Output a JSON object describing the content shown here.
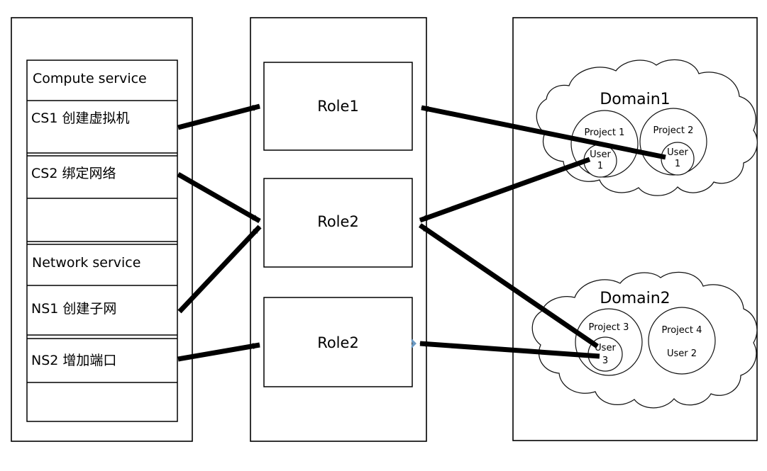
{
  "diagram": {
    "title": "OpenStack role / domain permission mapping diagram",
    "panels": {
      "services_panel": {
        "name": "services-panel"
      },
      "roles_panel": {
        "name": "roles-panel"
      },
      "domains_panel": {
        "name": "domains-panel"
      }
    },
    "services_table": {
      "rows": [
        {
          "id": "compute-service",
          "label": "Compute service",
          "cjk": false
        },
        {
          "id": "cs1",
          "label": "CS1  创建虚拟机",
          "cjk": true
        },
        {
          "id": "cs2",
          "label": "CS2 绑定网络",
          "cjk": true
        },
        {
          "id": "blank-1",
          "label": "",
          "cjk": false
        },
        {
          "id": "network-service",
          "label": "Network service",
          "cjk": false
        },
        {
          "id": "ns1",
          "label": "NS1  创建子网",
          "cjk": true
        },
        {
          "id": "ns2",
          "label": "NS2  增加端口",
          "cjk": true
        },
        {
          "id": "blank-2",
          "label": "",
          "cjk": false
        }
      ]
    },
    "roles": [
      {
        "id": "role-1",
        "label": "Role1"
      },
      {
        "id": "role-2",
        "label": "Role2"
      },
      {
        "id": "role-3",
        "label": "Role2"
      }
    ],
    "domains": [
      {
        "id": "domain-1",
        "label": "Domain1",
        "projects": [
          {
            "id": "project-1",
            "label": "Project 1",
            "user": {
              "line1": "User",
              "line2": "1"
            }
          },
          {
            "id": "project-2",
            "label": "Project 2",
            "user": {
              "line1": "User",
              "line2": "1"
            }
          }
        ]
      },
      {
        "id": "domain-2",
        "label": "Domain2",
        "projects": [
          {
            "id": "project-3",
            "label": "Project 3",
            "user": {
              "line1": "User",
              "line2": "3"
            }
          },
          {
            "id": "project-4",
            "label": "Project 4",
            "user": {
              "line1": "User 2",
              "line2": ""
            }
          }
        ]
      }
    ],
    "connections": [
      {
        "id": "cs1-to-role1",
        "from": "cs1",
        "to": "role-1"
      },
      {
        "id": "cs2-to-role2",
        "from": "cs2",
        "to": "role-2"
      },
      {
        "id": "ns1-to-role2",
        "from": "ns1",
        "to": "role-2"
      },
      {
        "id": "ns2-to-role3",
        "from": "ns2",
        "to": "role-3"
      },
      {
        "id": "user1-p1-to-role2",
        "from": "project-1-user",
        "to": "role-2"
      },
      {
        "id": "user1-p2-to-role1",
        "from": "project-2-user",
        "to": "role-1"
      },
      {
        "id": "user3-to-role2",
        "from": "project-3-user",
        "to": "role-2"
      },
      {
        "id": "user3-to-role3",
        "from": "project-3-user",
        "to": "role-3"
      }
    ],
    "colors": {
      "stroke": "#000000",
      "thin_stroke": "#1a1a1a",
      "background": "#ffffff",
      "marker_accent": "#6b9ac4"
    }
  }
}
